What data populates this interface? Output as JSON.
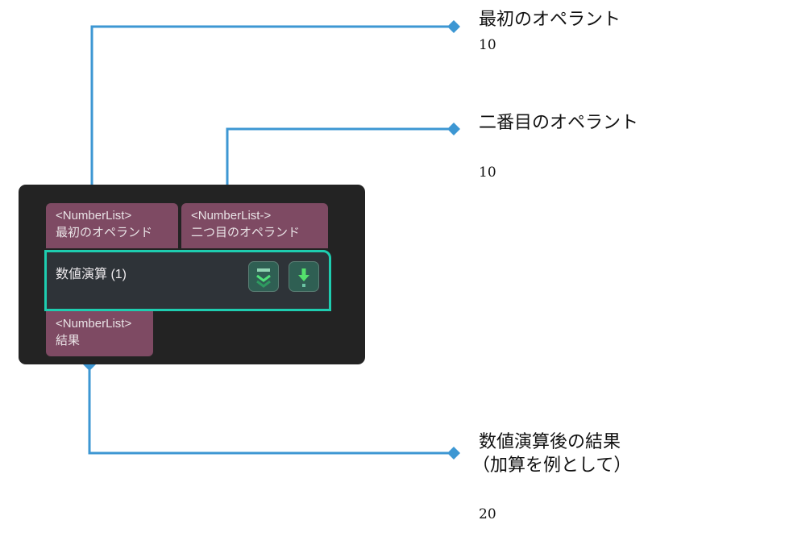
{
  "node": {
    "title": "数値演算 (1)",
    "inputs": [
      {
        "type": "<NumberList>",
        "name": "最初のオペランド"
      },
      {
        "type": "<NumberList->",
        "name": "二つ目のオペランド"
      }
    ],
    "output": {
      "type": "<NumberList>",
      "name": "結果"
    },
    "buttons": [
      {
        "icon": "collapse-double-chevron-icon"
      },
      {
        "icon": "download-arrow-icon"
      }
    ]
  },
  "annotations": [
    {
      "label": "最初のオペラント",
      "value": "10"
    },
    {
      "label": "二番目のオペラント",
      "value": "10"
    },
    {
      "label_line1": "数値演算後の結果",
      "label_line2": "（加算を例として）",
      "value": "20"
    }
  ],
  "colors": {
    "wire": "#3d97d3",
    "port": "#7e4a63",
    "core_border": "#1ecdb0",
    "node_bg": "#232323"
  }
}
